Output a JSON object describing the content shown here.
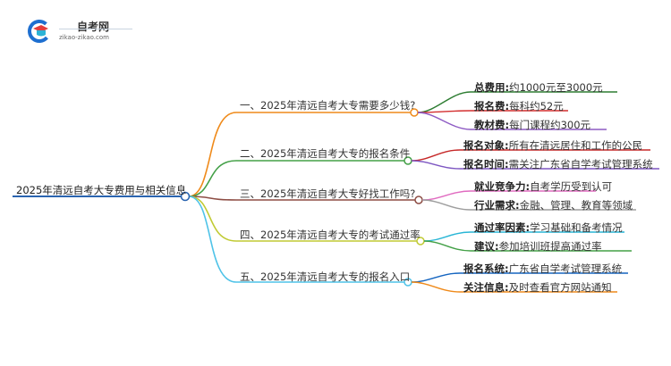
{
  "logo": {
    "title": "自考网",
    "url": "zikao-zikao.com",
    "colors": {
      "blue": "#1e6fd0",
      "red": "#e23d3d",
      "cyan": "#2bb3d6"
    }
  },
  "root": {
    "label": "2025年清远自考大专费用与相关信息",
    "color": "#2a64b0"
  },
  "branches": [
    {
      "label": "一、2025年清远自考大专需要多少钱?",
      "color": "#ef8a1a",
      "leaves": [
        {
          "key": "总费用:",
          "value": "约1000元至3000元",
          "color": "#2e7d32"
        },
        {
          "key": "报名费:",
          "value": "每科约52元",
          "color": "#d32f2f"
        },
        {
          "key": "教材费:",
          "value": "每门课程约300元",
          "color": "#8e5bc4"
        }
      ]
    },
    {
      "label": "二、2025年清远自考大专的报名条件",
      "color": "#43a047",
      "leaves": [
        {
          "key": "报名对象:",
          "value": "所有在清远居住和工作的公民",
          "color": "#c62828"
        },
        {
          "key": "报名时间:",
          "value": "需关注广东省自学考试管理系统",
          "color": "#7e57c2"
        }
      ]
    },
    {
      "label": "三、2025年清远自考大专好找工作吗?",
      "color": "#8d4d44",
      "leaves": [
        {
          "key": "就业竞争力:",
          "value": "自考学历受到认可",
          "color": "#e06bc0"
        },
        {
          "key": "行业需求:",
          "value": "金融、管理、教育等领域",
          "color": "#9e9e9e"
        }
      ]
    },
    {
      "label": "四、2025年清远自考大专的考试通过率",
      "color": "#c0ca33",
      "leaves": [
        {
          "key": "通过率因素:",
          "value": "学习基础和备考情况",
          "color": "#29b6d6"
        },
        {
          "key": "建议:",
          "value": "参加培训班提高通过率",
          "color": "#43a047"
        }
      ]
    },
    {
      "label": "五、2025年清远自考大专的报名入口",
      "color": "#4fc3e8",
      "leaves": [
        {
          "key": "报名系统:",
          "value": "广东省自学考试管理系统",
          "color": "#1565c0"
        },
        {
          "key": "关注信息:",
          "value": "及时查看官方网站通知",
          "color": "#ef8a1a"
        }
      ]
    }
  ]
}
